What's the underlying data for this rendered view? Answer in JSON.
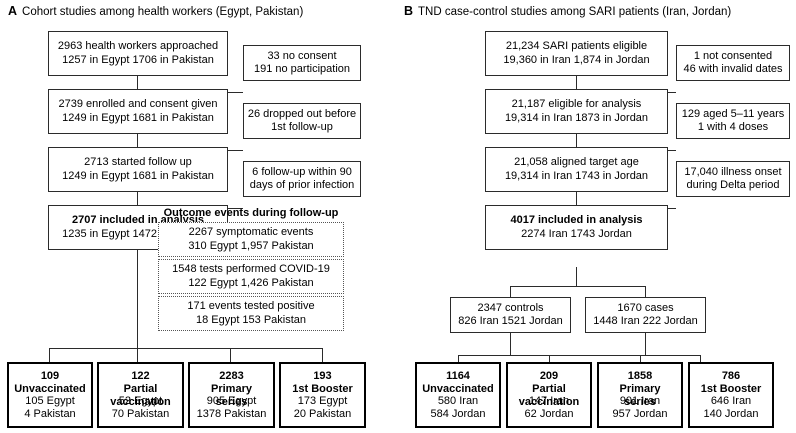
{
  "figure": {
    "panels": [
      {
        "letter": "A",
        "title": "Cohort studies among health workers (Egypt, Pakistan)",
        "main_flow": [
          {
            "line1": "2963 health workers approached",
            "line2": "1257 in Egypt  1706 in Pakistan",
            "bold_line1": false
          },
          {
            "line1": "2739 enrolled and consent given",
            "line2": "1249 in Egypt  1681 in Pakistan",
            "bold_line1": false
          },
          {
            "line1": "2713 started follow up",
            "line2": "1249 in Egypt  1681 in Pakistan",
            "bold_line1": false
          },
          {
            "line1": "2707 included in analysis",
            "line2": "1235 in Egypt  1472 in Pakistan",
            "bold_line1": true
          }
        ],
        "exclusions": [
          {
            "line1": "33 no consent",
            "line2": "191 no participation"
          },
          {
            "line1": "26 dropped out before",
            "line2": "1st follow-up"
          },
          {
            "line1": "6 follow-up within 90",
            "line2": "days of prior infection"
          }
        ],
        "outcome_title": "Outcome events during follow-up",
        "outcome_events": [
          {
            "line1": "2267 symptomatic events",
            "line2": "310 Egypt   1,957 Pakistan"
          },
          {
            "line1": "1548 tests performed COVID-19",
            "line2": "122 Egypt   1,426 Pakistan"
          },
          {
            "line1": "171 events tested positive",
            "line2": "18 Egypt    153 Pakistan"
          }
        ],
        "terminals": [
          {
            "count": "109",
            "label1": "Unvaccinated",
            "label2": "",
            "a": "105 Egypt",
            "b": "4 Pakistan"
          },
          {
            "count": "122",
            "label1": "Partial",
            "label2": "vaccination",
            "a": "52  Egypt",
            "b": "70 Pakistan"
          },
          {
            "count": "2283",
            "label1": "Primary",
            "label2": "series",
            "a": "905 Egypt",
            "b": "1378 Pakistan"
          },
          {
            "count": "193",
            "label1": "1st Booster",
            "label2": "",
            "a": "173 Egypt",
            "b": "20 Pakistan"
          }
        ]
      },
      {
        "letter": "B",
        "title": "TND case-control studies among SARI patients (Iran, Jordan)",
        "main_flow": [
          {
            "line1": "21,234 SARI patients eligible",
            "line2": "19,360 in Iran 1,874 in Jordan",
            "bold_line1": false
          },
          {
            "line1": "21,187 eligible for analysis",
            "line2": "19,314 in Iran  1873 in Jordan",
            "bold_line1": false
          },
          {
            "line1": "21,058 aligned target age",
            "line2": "19,314 in Iran  1743 in Jordan",
            "bold_line1": false
          },
          {
            "line1": "4017 included in analysis",
            "line2": "2274 Iran  1743 Jordan",
            "bold_line1": true
          }
        ],
        "exclusions": [
          {
            "line1": "1 not consented",
            "line2": "46 with invalid dates"
          },
          {
            "line1": "129 aged 5–11 years",
            "line2": "1 with 4 doses"
          },
          {
            "line1": "17,040 illness onset",
            "line2": "during Delta period"
          }
        ],
        "split": [
          {
            "line1": "2347 controls",
            "line2": "826 Iran  1521 Jordan"
          },
          {
            "line1": "1670 cases",
            "line2": "1448 Iran  222 Jordan"
          }
        ],
        "terminals": [
          {
            "count": "1164",
            "label1": "Unvaccinated",
            "label2": "",
            "a": "580 Iran",
            "b": "584 Jordan"
          },
          {
            "count": "209",
            "label1": "Partial",
            "label2": "vaccination",
            "a": "147 Iran",
            "b": "62 Jordan"
          },
          {
            "count": "1858",
            "label1": "Primary",
            "label2": "series",
            "a": "901 Iran",
            "b": "957 Jordan"
          },
          {
            "count": "786",
            "label1": "1st Booster",
            "label2": "",
            "a": "646 Iran",
            "b": "140 Jordan"
          }
        ]
      }
    ]
  },
  "colors": {
    "background": "#ffffff",
    "text": "#000000",
    "box_border": "#2b2b2b",
    "terminal_border": "#000000",
    "dotted_border": "#555555"
  }
}
